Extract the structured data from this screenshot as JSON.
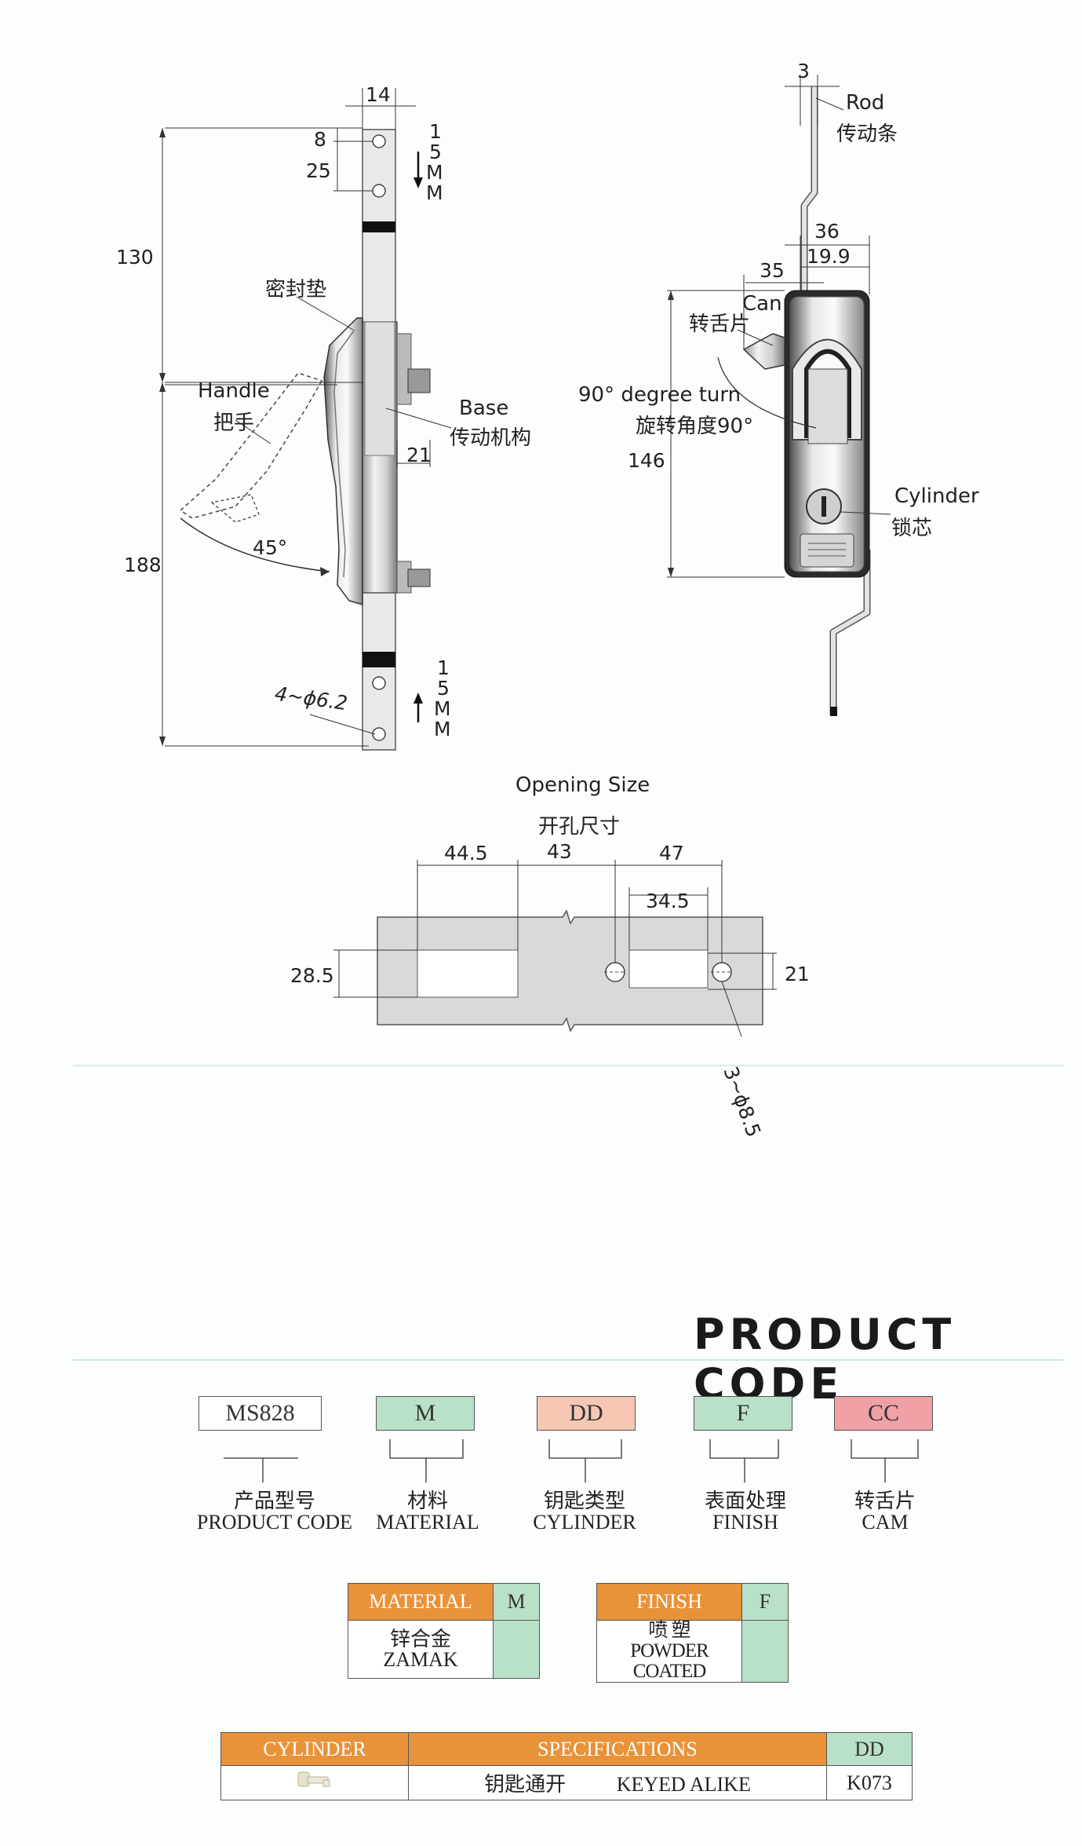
{
  "side_view": {
    "dim_top_width": "14",
    "dim_hole_offset": "8",
    "dim_hole_spacing": "25",
    "dim_upper": "130",
    "dim_lower": "188",
    "dim_base": "21",
    "angle": "45°",
    "holes": "4~ϕ6.2",
    "stroke_letters": [
      "1",
      "5",
      "M",
      "M"
    ],
    "gasket_label": "密封垫",
    "handle_label_en": "Handle",
    "handle_label_cn": "把手",
    "base_label_en": "Base",
    "base_label_cn": "传动机构"
  },
  "front_view": {
    "dim_rod": "3",
    "rod_label_en": "Rod",
    "rod_label_cn": "传动条",
    "dim_36": "36",
    "dim_35": "35",
    "dim_19_9": "19.9",
    "cam_label_en": "Can",
    "cam_label_cn": "转舌片",
    "turn_label_en": "90°  degree turn",
    "turn_label_cn": "旋转角度90°",
    "dim_146": "146",
    "cylinder_label_en": "Cylinder",
    "cylinder_label_cn": "锁芯"
  },
  "opening": {
    "title_en": "Opening Size",
    "title_cn": "开孔尺寸",
    "dim_44_5": "44.5",
    "dim_43": "43",
    "dim_47": "47",
    "dim_34_5": "34.5",
    "dim_28_5": "28.5",
    "dim_21": "21",
    "holes": "3~ϕ8.5"
  },
  "product_code": {
    "title": "PRODUCT  CODE",
    "boxes": [
      {
        "code": "MS828",
        "cn": "产品型号",
        "en": "PRODUCT CODE",
        "color": "#ffffff"
      },
      {
        "code": "M",
        "cn": "材料",
        "en": "MATERIAL",
        "color": "#b9e0c8"
      },
      {
        "code": "DD",
        "cn": "钥匙类型",
        "en": "CYLINDER",
        "color": "#f6c7b3"
      },
      {
        "code": "F",
        "cn": "表面处理",
        "en": "FINISH",
        "color": "#b9e0c8"
      },
      {
        "code": "CC",
        "cn": "转舌片",
        "en": "CAM",
        "color": "#f1a0a6"
      }
    ]
  },
  "material_table": {
    "header": "MATERIAL",
    "code": "M",
    "value_cn": "锌合金",
    "value_en": "ZAMAK"
  },
  "finish_table": {
    "header": "FINISH",
    "code": "F",
    "value_cn": "喷 塑",
    "value_en": "POWDER COATED"
  },
  "cylinder_table": {
    "col_cylinder": "CYLINDER",
    "col_spec": "SPECIFICATIONS",
    "col_code": "DD",
    "spec_cn": "钥匙通开",
    "spec_en": "KEYED ALIKE",
    "code": "K073"
  },
  "colors": {
    "orange": "#e8923a",
    "green": "#b9e0c8",
    "pink": "#f6c7b3",
    "red": "#f1a0a6"
  }
}
